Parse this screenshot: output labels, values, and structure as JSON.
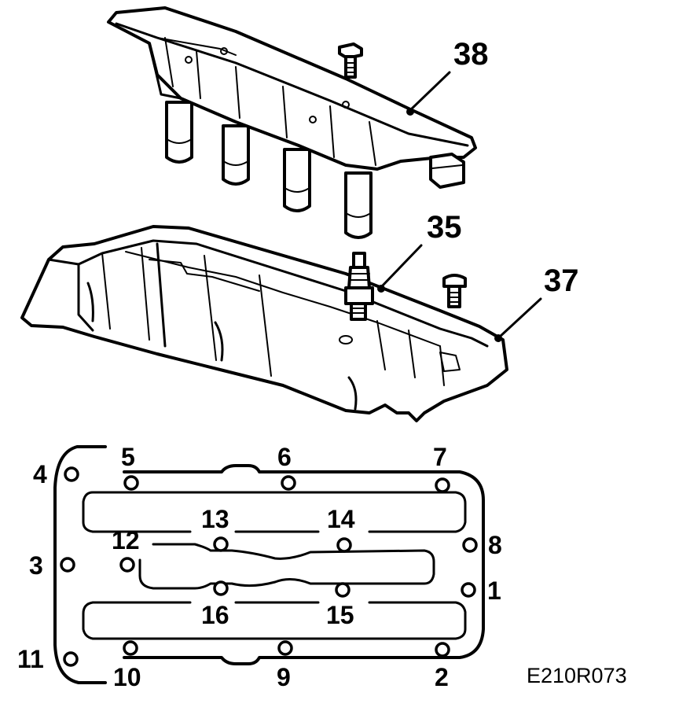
{
  "parts": [
    {
      "id": "38",
      "label": "38"
    },
    {
      "id": "35",
      "label": "35"
    },
    {
      "id": "37",
      "label": "37"
    }
  ],
  "bolt_sequence": [
    {
      "n": "1",
      "label": "1"
    },
    {
      "n": "2",
      "label": "2"
    },
    {
      "n": "3",
      "label": "3"
    },
    {
      "n": "4",
      "label": "4"
    },
    {
      "n": "5",
      "label": "5"
    },
    {
      "n": "6",
      "label": "6"
    },
    {
      "n": "7",
      "label": "7"
    },
    {
      "n": "8",
      "label": "8"
    },
    {
      "n": "9",
      "label": "9"
    },
    {
      "n": "10",
      "label": "10"
    },
    {
      "n": "11",
      "label": "11"
    },
    {
      "n": "12",
      "label": "12"
    },
    {
      "n": "13",
      "label": "13"
    },
    {
      "n": "14",
      "label": "14"
    },
    {
      "n": "15",
      "label": "15"
    },
    {
      "n": "16",
      "label": "16"
    }
  ],
  "figure_code": "E210R073"
}
